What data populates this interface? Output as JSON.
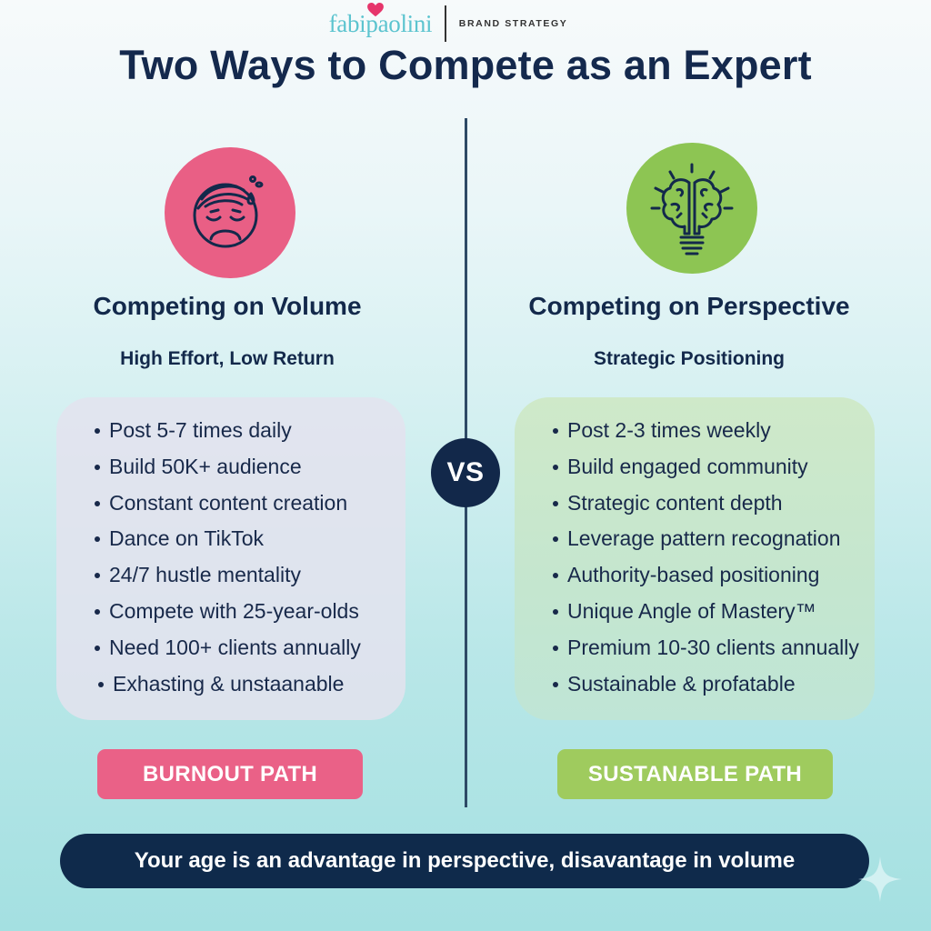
{
  "brand": {
    "logo_text": "fabipaolini",
    "tagline": "BRAND STRATEGY"
  },
  "title": "Two Ways to Compete as an Expert",
  "colors": {
    "navy": "#13294b",
    "pink": "#ea6187",
    "green": "#8dc553",
    "teal_logo": "#5cc4cf",
    "background_top": "#f7fafb",
    "background_bottom": "#a4e0e1"
  },
  "left": {
    "icon": "stressed-face-icon",
    "heading": "Competing on Volume",
    "subheading": "High Effort, Low Return",
    "items": [
      "Post 5-7 times daily",
      "Build 50K+ audience",
      "Constant content creation",
      "Dance on TikTok",
      "24/7 hustle mentality",
      "Compete with 25-year-olds",
      "Need 100+ clients annually",
      "Exhasting & unstaanable"
    ],
    "badge": "BURNOUT PATH"
  },
  "vs_label": "VS",
  "right": {
    "icon": "brain-lightbulb-icon",
    "heading": "Competing on Perspective",
    "subheading": "Strategic Positioning",
    "items": [
      "Post 2-3 times weekly",
      "Build engaged community",
      "Strategic content depth",
      "Leverage pattern recognation",
      "Authority-based positioning",
      "Unique Angle of Mastery™",
      "Premium 10-30 clients annually",
      "Sustainable & profatable"
    ],
    "badge": "SUSTANABLE PATH"
  },
  "footer": "Your age is an advantage in perspective, disavantage in volume"
}
